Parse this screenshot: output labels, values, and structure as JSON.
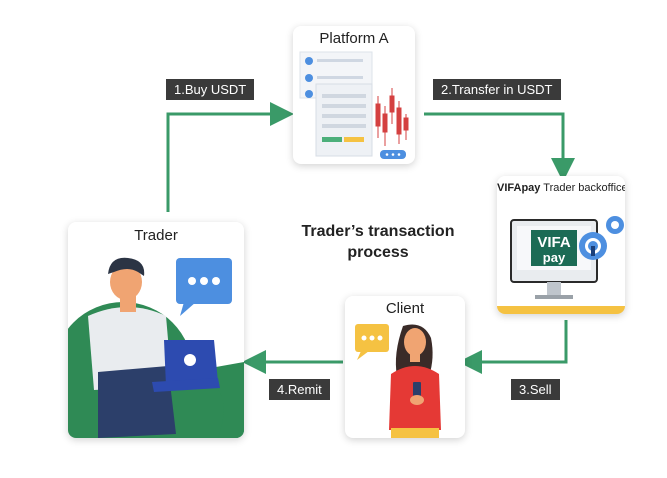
{
  "diagram": {
    "title_line1": "Trader’s transaction",
    "title_line2": "process"
  },
  "nodes": {
    "platform": {
      "label": "Platform A"
    },
    "backoffice": {
      "brand": "VIFApay",
      "label": " Trader backoffice",
      "logo_line1": "VIFA",
      "logo_line2": "pay"
    },
    "trader": {
      "label": "Trader"
    },
    "client": {
      "label": "Client"
    }
  },
  "steps": {
    "buy": "1.Buy USDT",
    "transfer": "2.Transfer in USDT",
    "sell": "3.Sell",
    "remit": "4.Remit"
  },
  "colors": {
    "arrow": "#3a9a68",
    "label_bg": "#3a3a3a",
    "accent_blue": "#4d8fe0",
    "accent_yellow": "#f5c242",
    "candle_red": "#d44040"
  }
}
